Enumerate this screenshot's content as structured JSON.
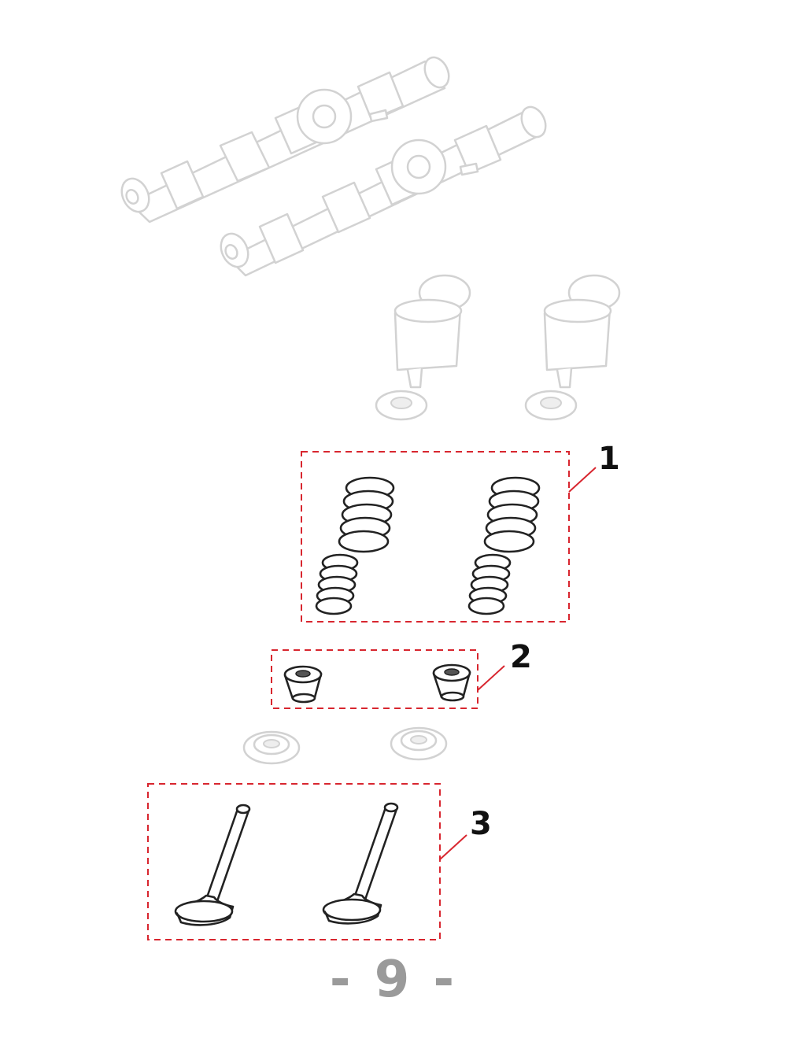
{
  "callouts": [
    {
      "label": "1"
    },
    {
      "label": "2"
    },
    {
      "label": "3"
    }
  ],
  "page_number": "- 9 -",
  "colors": {
    "highlight_box": "#d8262f",
    "ghost_parts": "#d2d2d2",
    "active_parts": "#222222",
    "page_number": "#9a9a9a"
  }
}
